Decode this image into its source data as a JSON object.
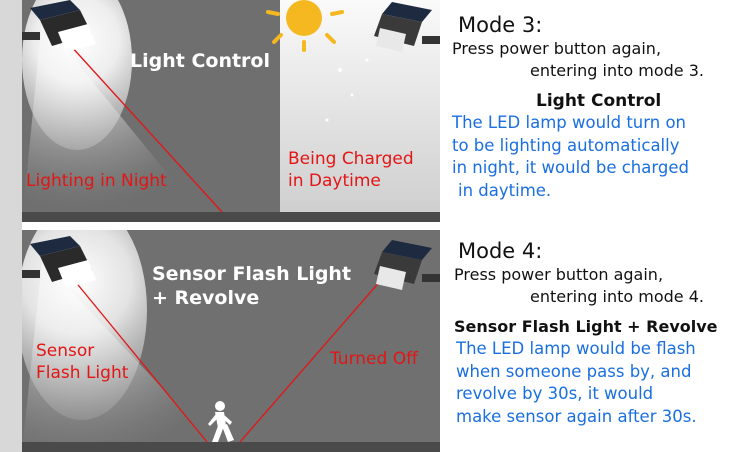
{
  "panel1": {
    "title": "Light Control",
    "left_label": "Lighting in Night",
    "right_label": [
      "Being Charged",
      "in Daytime"
    ]
  },
  "panel2": {
    "title": [
      "Sensor Flash Light",
      "+ Revolve"
    ],
    "left_label": [
      "Sensor",
      "Flash Light"
    ],
    "right_label": "Turned Off"
  },
  "mode3": {
    "title": "Mode 3:",
    "line1": "Press power button again,",
    "line2": "entering into mode 3.",
    "subtitle": "Light Control",
    "desc": [
      "The LED lamp would turn on",
      "to be lighting automatically",
      "in night, it would be charged",
      "in daytime."
    ]
  },
  "mode4": {
    "title": "Mode 4:",
    "line1": "Press power button again,",
    "line2": "entering into mode 4.",
    "subtitle": "Sensor Flash Light + Revolve",
    "desc": [
      "The LED lamp would be flash",
      "when someone pass by, and",
      "revolve by 30s, it would",
      "make sensor again after 30s."
    ]
  },
  "colors": {
    "panel_bg": "#6e6e6e",
    "red_text": "#e31515",
    "blue_text": "#1a6fe0",
    "sun": "#f5b820"
  },
  "icons": [
    "solar-lamp-icon",
    "sun-icon",
    "walking-person-icon"
  ]
}
